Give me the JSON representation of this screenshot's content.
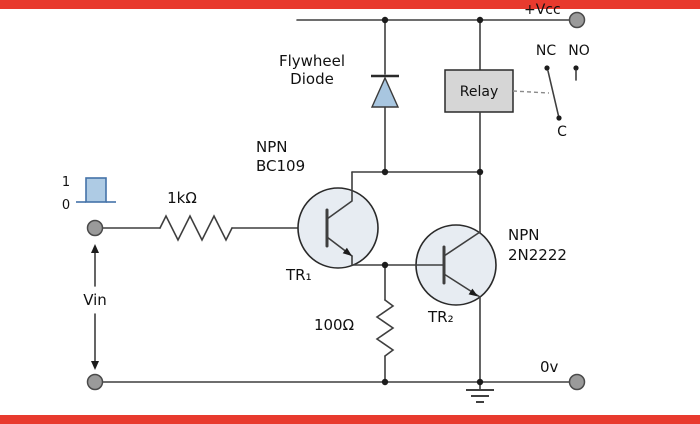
{
  "colors": {
    "border_red": "#e83a2e",
    "wire": "#3f3f3f",
    "transistor_fill": "#e7ecf2",
    "diode_fill": "#a8c6e0",
    "pulse_fill": "#aecbe4",
    "pulse_stroke": "#4472a8",
    "relay_fill": "#d6d6d6",
    "terminal_fill": "#9a9a9a"
  },
  "power": {
    "vcc_label": "+Vcc",
    "ground_label": "0v"
  },
  "input": {
    "logic_high": "1",
    "logic_low": "0",
    "vin_label": "Vin",
    "resistor_label": "1kΩ"
  },
  "emitter_resistor": {
    "label": "100Ω"
  },
  "transistors": {
    "tr1": {
      "type": "NPN",
      "part": "BC109",
      "name": "TR₁"
    },
    "tr2": {
      "type": "NPN",
      "part": "2N2222",
      "name": "TR₂"
    }
  },
  "diode": {
    "label_line1": "Flywheel",
    "label_line2": "Diode"
  },
  "relay": {
    "label": "Relay",
    "contacts": {
      "nc": "NC",
      "no": "NO",
      "common": "C"
    }
  }
}
